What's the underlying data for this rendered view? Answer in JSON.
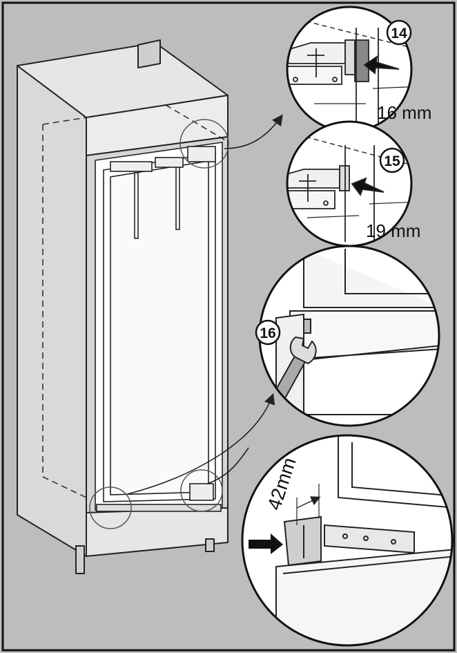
{
  "colors": {
    "background": "#bdbdbd",
    "frame": "#111111",
    "paper": "#ffffff",
    "line": "#222222",
    "shade": "#9a9a9a",
    "highlight": "#dddddd"
  },
  "steps": [
    {
      "number": "14",
      "measurement": "16 mm"
    },
    {
      "number": "15",
      "measurement": "19 mm"
    },
    {
      "number": "16"
    },
    {
      "measurement": "42mm"
    }
  ],
  "icons": [
    "arrow-right-icon",
    "wrench-icon",
    "hinge-icon",
    "bracket-icon"
  ]
}
